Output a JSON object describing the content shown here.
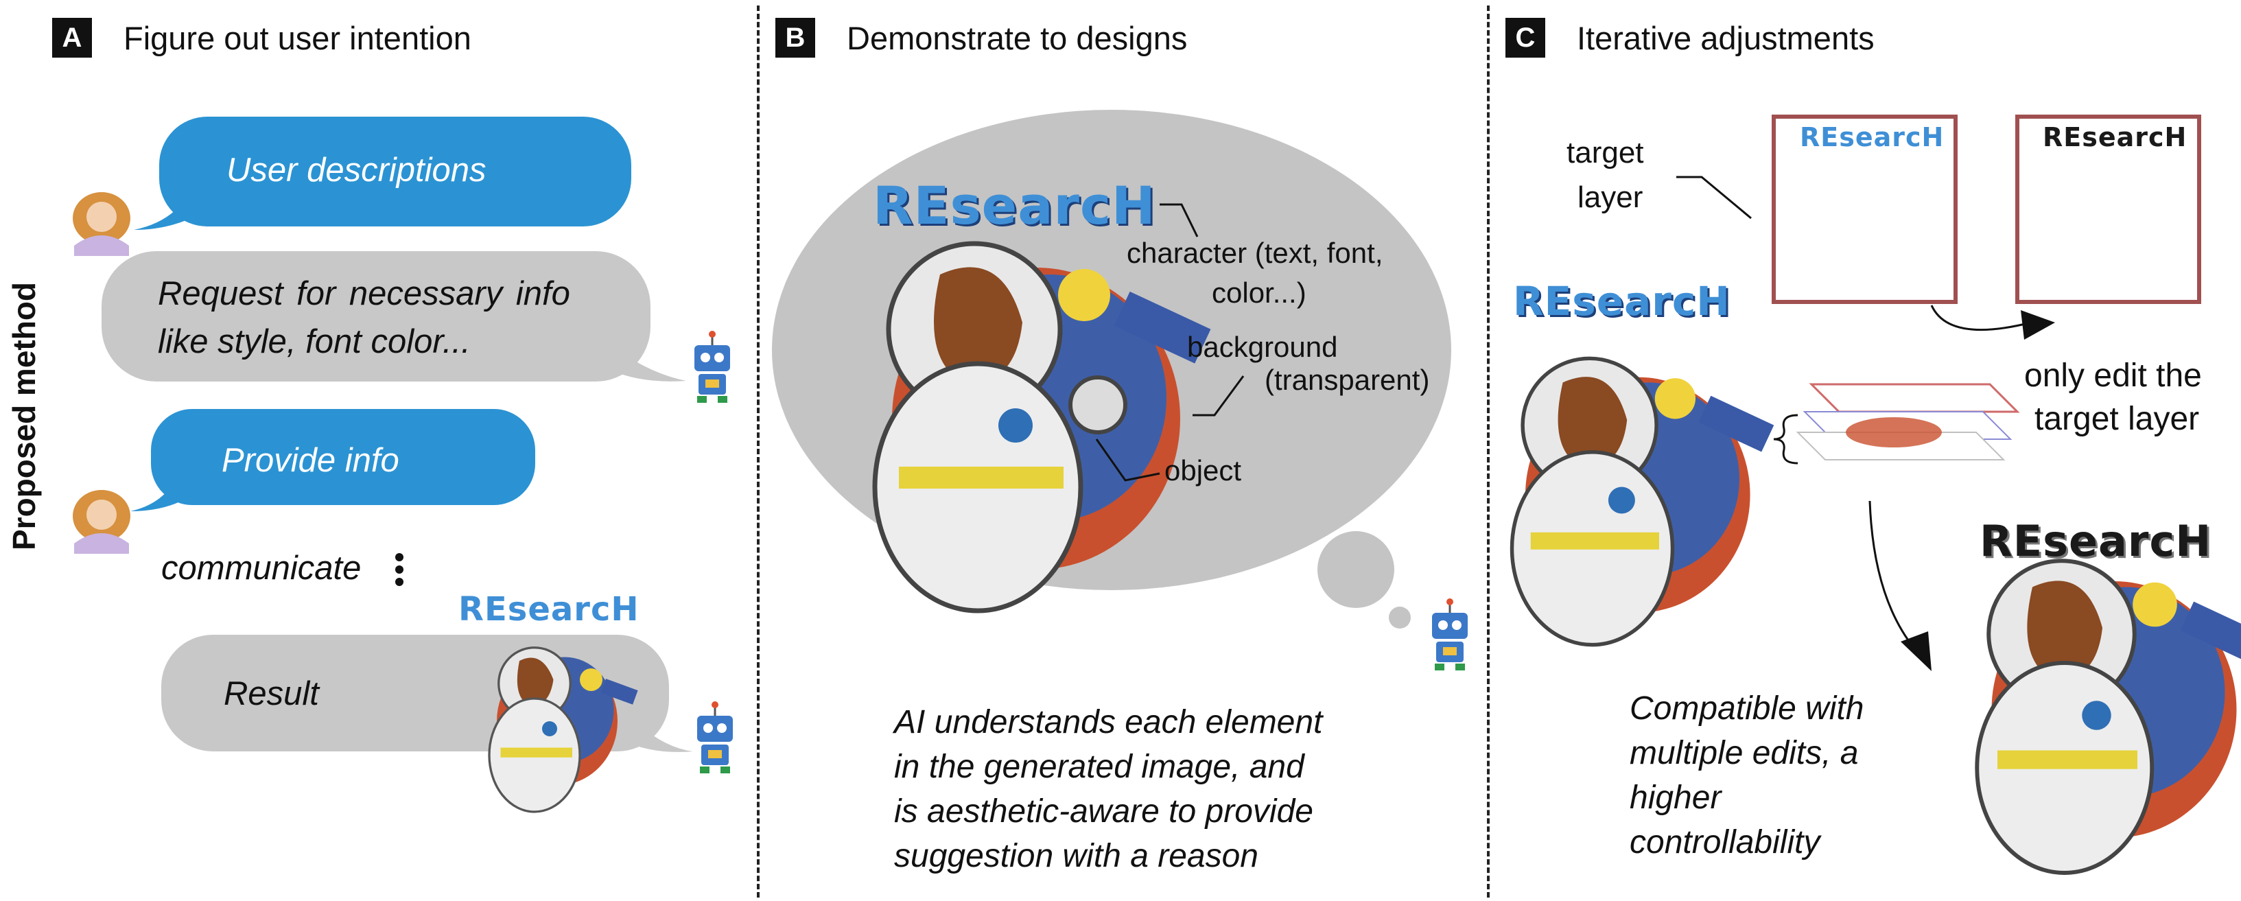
{
  "side_label": "Proposed method",
  "panels": {
    "a": {
      "badge": "A",
      "title": "Figure out user intention",
      "user_descriptions": "User descriptions",
      "request_line1": "Request for necessary info",
      "request_line2": "like style, font color...",
      "provide_info": "Provide info",
      "communicate": "communicate",
      "result": "Result",
      "logo": "REsearcH"
    },
    "b": {
      "badge": "B",
      "title": "Demonstrate to designs",
      "logo": "REsearcH",
      "character_line1": "character (text, font,",
      "character_line2": "color...)",
      "background_line1": "background",
      "background_line2": "(transparent)",
      "object": "object",
      "caption_lines": [
        "AI understands each element",
        "in the generated image, and",
        "is aesthetic-aware to provide",
        "suggestion with a reason"
      ]
    },
    "c": {
      "badge": "C",
      "title": "Iterative adjustments",
      "target_line1": "target",
      "target_line2": "layer",
      "edit_line1": "only edit the",
      "edit_line2": "target layer",
      "caption_lines": [
        "Compatible with",
        "multiple edits, a",
        "higher",
        "controllability"
      ],
      "logo": "REsearcH"
    }
  },
  "colors": {
    "user_bubble": "#2b93d3",
    "ai_bubble": "#c8c8c8",
    "thought_bubble": "#c4c4c4",
    "layer_frame": "#a05050",
    "logo_blue": "#3f8fd6",
    "logo_orange": "#f2a31b",
    "logo_black": "#1a1a1a"
  },
  "icons": [
    "user-avatar-icon",
    "robot-icon",
    "astronaut-horse-illustration",
    "layer-stack-icon"
  ]
}
